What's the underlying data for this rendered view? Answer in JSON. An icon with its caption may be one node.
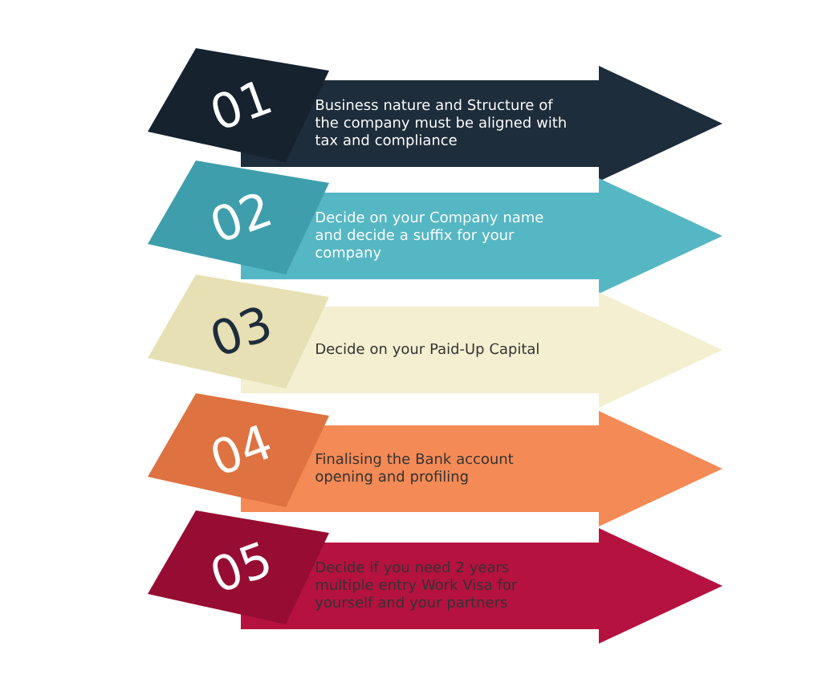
{
  "diagram": {
    "nodes": [
      {
        "text": [
          "01"
        ]
      },
      {
        "text": [
          "Business nature and Structure of the company must be aligned with tax and compliance"
        ]
      },
      {
        "text": [
          "02"
        ]
      },
      {
        "text": [
          "Decide on your Company name and decide a suffix for your company"
        ]
      },
      {
        "text": [
          "03"
        ]
      },
      {
        "text": [
          "Decide on your Paid-Up Capital"
        ]
      },
      {
        "text": [
          "04"
        ]
      },
      {
        "text": [
          "Finalising the Bank account opening and profiling"
        ]
      },
      {
        "text": [
          "05"
        ]
      },
      {
        "text": [
          "Decide if you need 2 years multiple entry Work Visa for yourself and your partners"
        ]
      }
    ]
  }
}
